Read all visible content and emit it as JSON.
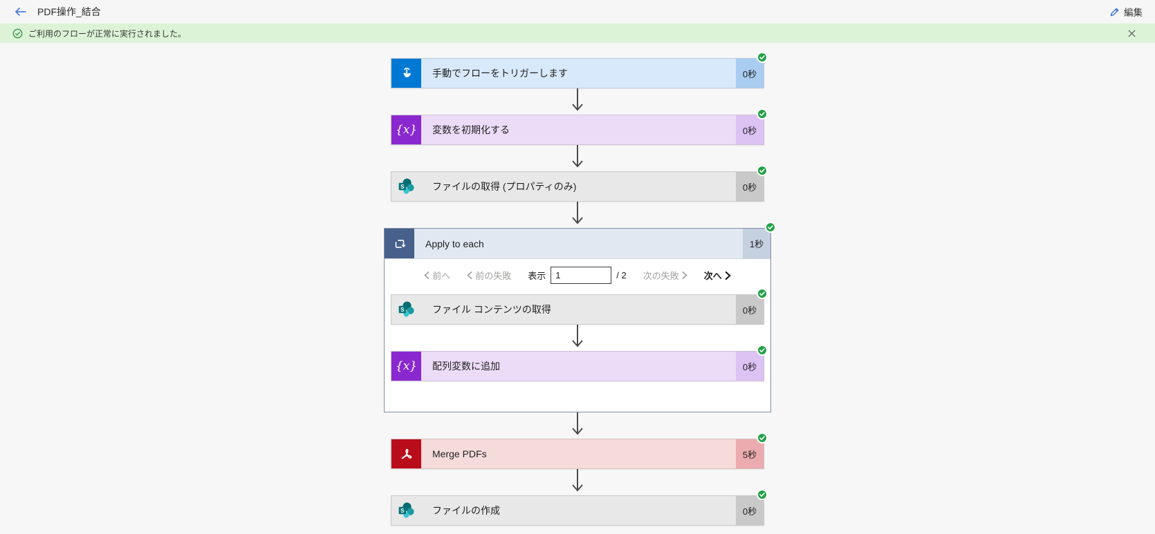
{
  "colors": {
    "success_green": "#23a047",
    "banner_bg": "#ddf3d8",
    "trigger_blue": "#0078d4",
    "variable_purple": "#8a28cf",
    "loop_slate": "#47618c",
    "adobe_red": "#b90d1c",
    "sharepoint_teal": "#036c70",
    "accent_blue": "#4a7fd6"
  },
  "header": {
    "title": "PDF操作_結合",
    "edit_label": "編集"
  },
  "banner": {
    "message": "ご利用のフローが正常に実行されました。"
  },
  "icons": {
    "variable_glyph": "{x}",
    "sharepoint_letter": "S"
  },
  "flow": {
    "steps_before_loop": [
      {
        "label": "手動でフローをトリガーします",
        "duration": "0秒",
        "icon": "manual-trigger-icon",
        "status": "succeeded"
      },
      {
        "label": "変数を初期化する",
        "duration": "0秒",
        "icon": "variable-icon",
        "status": "succeeded"
      },
      {
        "label": "ファイルの取得 (プロパティのみ)",
        "duration": "0秒",
        "icon": "sharepoint-icon",
        "status": "succeeded"
      }
    ],
    "loop": {
      "title": "Apply to each",
      "duration": "1秒",
      "icon": "apply-to-each-icon",
      "status": "succeeded",
      "pagination": {
        "prev_label": "前へ",
        "prev_failed_label": "前の失敗",
        "display_label": "表示",
        "page_value": "1",
        "page_total": "/ 2",
        "next_failed_label": "次の失敗",
        "next_label": "次へ"
      },
      "steps": [
        {
          "label": "ファイル コンテンツの取得",
          "duration": "0秒",
          "icon": "sharepoint-icon",
          "status": "succeeded"
        },
        {
          "label": "配列変数に追加",
          "duration": "0秒",
          "icon": "variable-icon",
          "status": "succeeded"
        }
      ]
    },
    "steps_after_loop": [
      {
        "label": "Merge PDFs",
        "duration": "5秒",
        "icon": "adobe-pdf-icon",
        "status": "succeeded"
      },
      {
        "label": "ファイルの作成",
        "duration": "0秒",
        "icon": "sharepoint-icon",
        "status": "succeeded"
      }
    ]
  }
}
